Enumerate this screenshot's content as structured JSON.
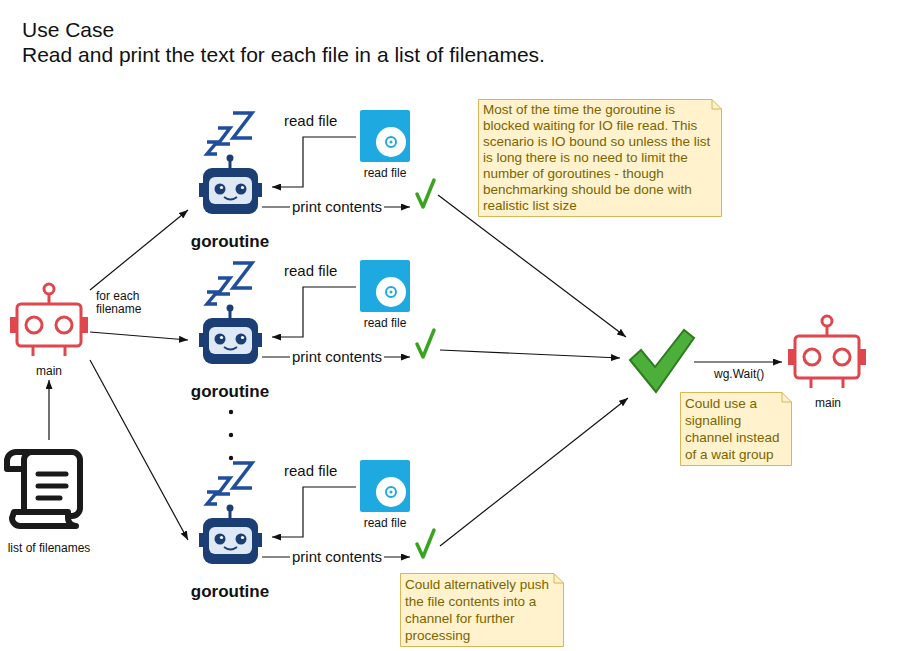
{
  "diagram": {
    "title": "Use Case",
    "nodes": [
      {
        "text": [
          "main"
        ]
      },
      {
        "text": [
          "list of filenames"
        ]
      },
      {
        "text": [
          "goroutine"
        ]
      },
      {
        "text": [
          "read file"
        ]
      },
      {
        "text": [
          "Most of the time the goroutine is blocked waiting for IO file read. This scenario is IO bound so unless the list is long there is no need to limit the number of goroutines - though benchmarking should be done with realistic list size"
        ]
      },
      {
        "text": [
          "goroutine"
        ]
      },
      {
        "text": [
          "read file"
        ]
      },
      {
        "text": [
          "goroutine"
        ]
      },
      {
        "text": [
          "read file"
        ]
      },
      {
        "text": [
          "main"
        ]
      },
      {
        "text": [
          "Could use a signalling channel instead of a wait group"
        ]
      },
      {
        "text": [
          "Could alternatively push the file contents into a channel for further processing"
        ]
      }
    ],
    "edges": [
      {
        "from": 1,
        "to": 0,
        "arrow": "to"
      },
      {
        "from": 0,
        "to": 2,
        "arrow": "to"
      },
      {
        "from": 0,
        "to": 5,
        "arrow": "to",
        "label": "for each filename"
      },
      {
        "from": 0,
        "to": 7,
        "arrow": "to"
      },
      {
        "from": 3,
        "to": 2,
        "arrow": "to",
        "label": "read file"
      },
      {
        "from": 6,
        "to": 5,
        "arrow": "to",
        "label": "read file"
      },
      {
        "from": 8,
        "to": 7,
        "arrow": "to",
        "label": "read file"
      }
    ],
    "labels": [
      "Read and print the text for each file in a list of filenames.",
      "print contents",
      "print contents",
      "print contents",
      "wg.Wait()"
    ]
  }
}
